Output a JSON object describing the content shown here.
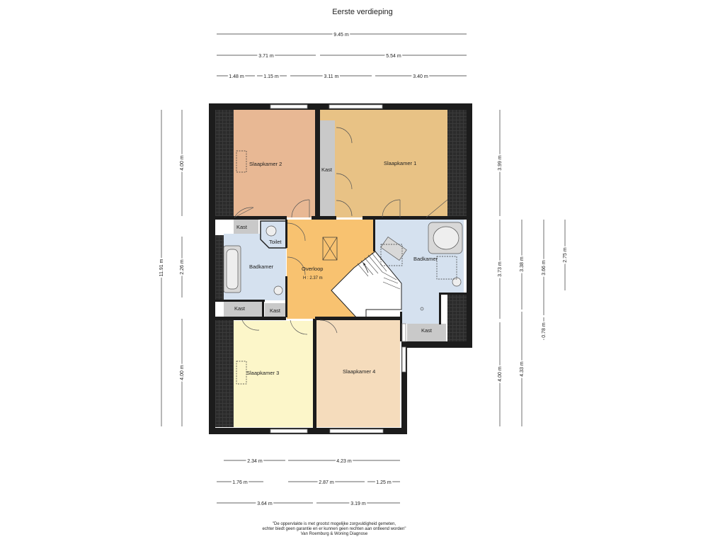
{
  "floor_title": "Eerste verdieping",
  "rooms": {
    "slaapkamer_1": "Slaapkamer 1",
    "slaapkamer_2": "Slaapkamer 2",
    "slaapkamer_3": "Slaapkamer 3",
    "slaapkamer_4": "Slaapkamer 4",
    "badkamer_left": "Badkamer",
    "badkamer_right": "Badkamer",
    "toilet": "Toilet",
    "overloop": "Overloop",
    "overloop_height": "H : 2.37 m",
    "kast_top_left": "Kast",
    "kast_mid_left": "Kast",
    "kast_small": "Kast",
    "kast_wardrobe": "Kast",
    "kast_right": "Kast"
  },
  "dimensions": {
    "top_total": "9.45 m",
    "top_a": "3.71 m",
    "top_b": "5.54 m",
    "top_c1": "1.48 m",
    "top_c2": "1.15 m",
    "top_c3": "3.11 m",
    "top_c4": "3.40 m",
    "left_total": "11.91 m",
    "left_a": "4.00 m",
    "left_b": "2.26 m",
    "left_c": "4.00 m",
    "right_a1": "3.99 m",
    "right_a2": "3.73 m",
    "right_a3": "4.00 m",
    "right_b1": "3.38 m",
    "right_b2": "4.33 m",
    "right_c1": "3.66 m",
    "right_c2": "0.78 m",
    "right_d1": "2.75 m",
    "bottom_a1": "2.34 m",
    "bottom_a2": "4.23 m",
    "bottom_b1": "1.76 m",
    "bottom_b2": "2.87 m",
    "bottom_b3": "1.25 m",
    "bottom_c1": "3.64 m",
    "bottom_c2": "3.19 m"
  },
  "footer": {
    "line1": "\"De oppervlakte is met grootst mogelijke zorgvuldigheid gemeten,",
    "line2": "echter biedt geen garantie en er kunnen geen rechten aan ontleend worden\"",
    "line3": "Van Roemburg & Woning Diagnose"
  },
  "colors": {
    "wall": "#1c1c1c",
    "slaapkamer_1": "#e8c285",
    "slaapkamer_2": "#e8b894",
    "slaapkamer_3": "#fcf6c9",
    "slaapkamer_4": "#f5dcbc",
    "badkamer": "#d5e1ef",
    "overloop": "#f8c270",
    "kast": "#c9c9c9"
  }
}
